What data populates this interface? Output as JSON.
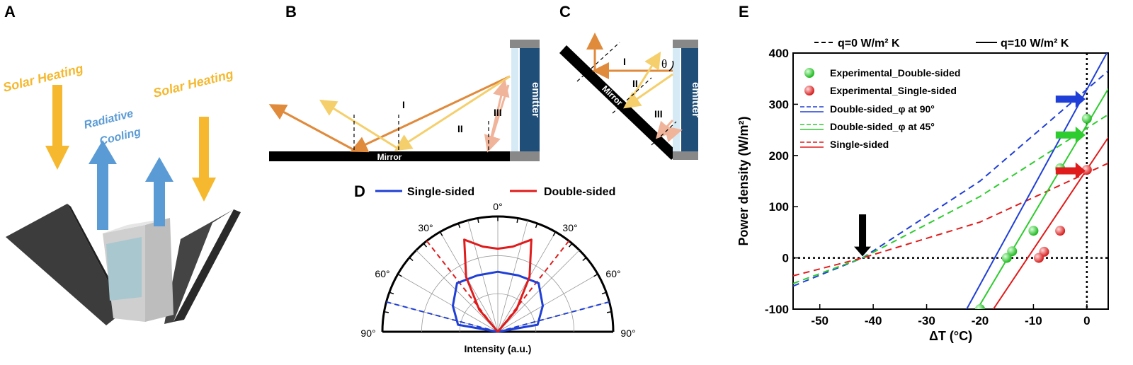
{
  "panels": {
    "A": {
      "label": "A",
      "solar_left": "Solar Heating",
      "solar_right": "Solar Heating",
      "cooling_line1": "Radiative",
      "cooling_line2": "Cooling",
      "colors": {
        "solar": "#f5b82e",
        "cooling": "#5b9bd5",
        "panel": "#3a3a3a"
      }
    },
    "B": {
      "label": "B",
      "mirror": "Mirror",
      "emitter": "emitter",
      "ray_I": "I",
      "ray_II": "II",
      "ray_III": "III"
    },
    "C": {
      "label": "C",
      "mirror": "Mirror",
      "emitter": "emitter",
      "ray_I": "I",
      "ray_II": "II",
      "ray_III": "III",
      "theta": "θ"
    },
    "D": {
      "label": "D",
      "legend_single": "Single-sided",
      "legend_double": "Double-sided",
      "xlabel": "Intensity (a.u.)",
      "angle_labels": [
        "0°",
        "30°",
        "30°",
        "60°",
        "60°",
        "90°",
        "90°"
      ]
    },
    "E": {
      "label": "E",
      "top_legend_dashed": "q=0 W/m² K",
      "top_legend_solid": "q=10 W/m² K",
      "legend": [
        "Experimental_Double-sided",
        "Experimental_Single-sided",
        "Double-sided_φ at 90°",
        "Double-sided_φ at 45°",
        "Single-sided"
      ]
    }
  },
  "chart_data": [
    {
      "type": "polar",
      "panel": "D",
      "title": "",
      "theta_range_deg": [
        -90,
        90
      ],
      "angle_ticks": [
        "0°",
        "30°",
        "30°",
        "60°",
        "60°",
        "90°",
        "90°"
      ],
      "radial_label": "Intensity (a.u.)",
      "series": [
        {
          "name": "Single-sided",
          "color": "#1f3fd6",
          "theta_deg": [
            -80,
            -60,
            -40,
            -20,
            0,
            20,
            40,
            60,
            80
          ],
          "r": [
            0.35,
            0.45,
            0.55,
            0.52,
            0.52,
            0.52,
            0.55,
            0.45,
            0.35
          ]
        },
        {
          "name": "Double-sided",
          "color": "#e01b1b",
          "theta_deg": [
            -40,
            -30,
            -20,
            -10,
            0,
            10,
            20,
            30,
            40
          ],
          "r": [
            0.25,
            0.55,
            0.85,
            0.75,
            0.72,
            0.75,
            0.85,
            0.55,
            0.25
          ]
        }
      ],
      "dashed_cutoffs_deg": {
        "Single-sided": [
          -75,
          75
        ],
        "Double-sided": [
          -38,
          38
        ]
      }
    },
    {
      "type": "line",
      "panel": "E",
      "xlabel": "ΔT (°C)",
      "ylabel": "Power density (W/m²)",
      "xlim": [
        -55,
        4
      ],
      "ylim": [
        -100,
        400
      ],
      "xticks": [
        -50,
        -40,
        -30,
        -20,
        -10,
        0
      ],
      "yticks": [
        -100,
        0,
        100,
        200,
        300,
        400
      ],
      "series": [
        {
          "name": "Double-sided_φ at 90°",
          "color": "#1f3fd6",
          "style": "dashed",
          "x": [
            -55,
            -42,
            -20,
            4
          ],
          "y": [
            -55,
            0,
            150,
            365
          ]
        },
        {
          "name": "Double-sided_φ at 45°",
          "color": "#2ecc2e",
          "style": "dashed",
          "x": [
            -55,
            -42,
            -20,
            4
          ],
          "y": [
            -50,
            0,
            120,
            280
          ]
        },
        {
          "name": "Single-sided",
          "color": "#e01b1b",
          "style": "dashed",
          "x": [
            -55,
            -42,
            -20,
            4
          ],
          "y": [
            -35,
            0,
            70,
            185
          ]
        },
        {
          "name": "Double-sided_φ at 90°",
          "color": "#1f3fd6",
          "style": "solid",
          "x": [
            -22.5,
            4
          ],
          "y": [
            -100,
            405
          ]
        },
        {
          "name": "Double-sided_φ at 45°",
          "color": "#2ecc2e",
          "style": "solid",
          "x": [
            -20.5,
            4
          ],
          "y": [
            -100,
            330
          ]
        },
        {
          "name": "Single-sided",
          "color": "#e01b1b",
          "style": "solid",
          "x": [
            -17.5,
            4
          ],
          "y": [
            -100,
            235
          ]
        }
      ],
      "points": [
        {
          "series": "Experimental_Double-sided",
          "color": "#2ecc2e",
          "x": [
            0,
            -5,
            -10,
            -14,
            -15,
            -20
          ],
          "y": [
            272,
            175,
            53,
            13,
            0,
            -100
          ]
        },
        {
          "series": "Experimental_Single-sided",
          "color": "#e01b1b",
          "x": [
            0,
            -5,
            -8,
            -9
          ],
          "y": [
            172,
            53,
            12,
            0
          ]
        }
      ]
    }
  ]
}
